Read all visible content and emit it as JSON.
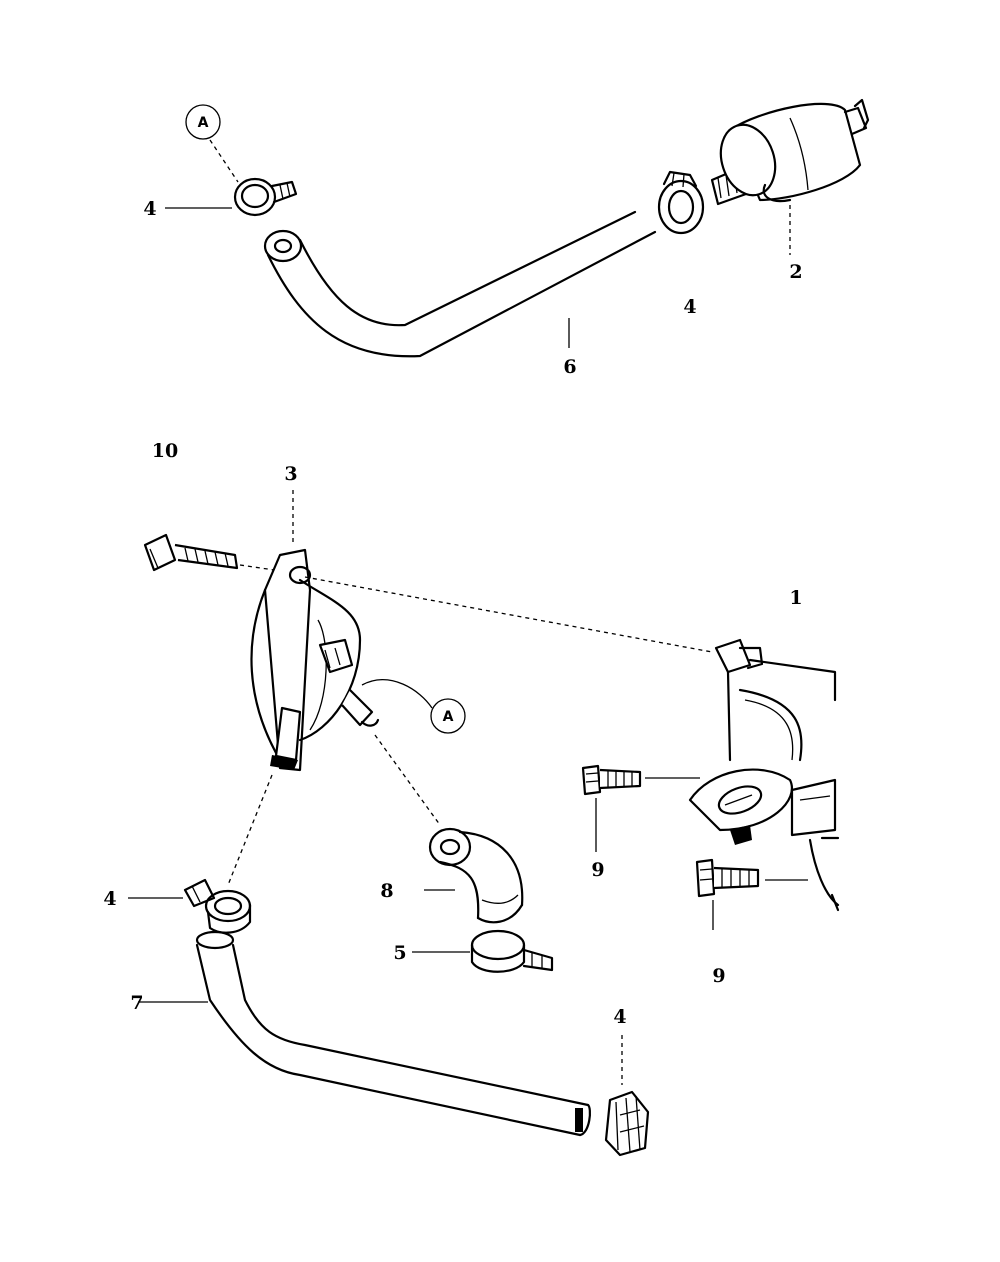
{
  "diagram": {
    "callouts": {
      "c_1": "1",
      "c_2": "2",
      "c_3": "3",
      "c_4_top_left": "4",
      "c_4_top_right": "4",
      "c_4_mid_left": "4",
      "c_4_bottom_right": "4",
      "c_5": "5",
      "c_6": "6",
      "c_7": "7",
      "c_8": "8",
      "c_9_left": "9",
      "c_9_right": "9",
      "c_10": "10"
    },
    "reference_markers": {
      "top": "A",
      "middle": "A"
    }
  }
}
